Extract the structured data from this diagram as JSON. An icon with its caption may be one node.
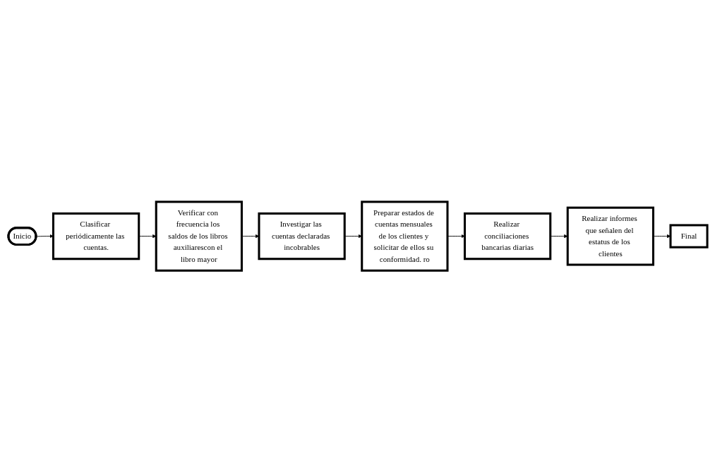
{
  "diagram": {
    "nodes": [
      {
        "text": [
          "Inicio"
        ]
      },
      {
        "text": [
          "Clasificar periódicamente las cuentas."
        ]
      },
      {
        "text": [
          "Verificar con frecuencia los saldos de los libros auxiliarescon el libro mayor"
        ]
      },
      {
        "text": [
          "Investigar las cuentas declaradas incobrables"
        ]
      },
      {
        "text": [
          "Preparar estados de cuentas mensuales de los clientes y solicitar de ellos su conformidad. ro"
        ]
      },
      {
        "text": [
          "Realizar conciliaciones bancarias diarias"
        ]
      },
      {
        "text": [
          "Realizar informes que señalen del estatus de los clientes"
        ]
      },
      {
        "text": [
          "Final"
        ]
      }
    ],
    "edges": [
      {
        "from": 0,
        "to": 1,
        "arrow": "to"
      },
      {
        "from": 1,
        "to": 2,
        "arrow": "to"
      },
      {
        "from": 2,
        "to": 3,
        "arrow": "to"
      },
      {
        "from": 3,
        "to": 4,
        "arrow": "to"
      },
      {
        "from": 4,
        "to": 5,
        "arrow": "to"
      },
      {
        "from": 5,
        "to": 6,
        "arrow": "to"
      },
      {
        "from": 6,
        "to": 7,
        "arrow": "to"
      }
    ]
  }
}
